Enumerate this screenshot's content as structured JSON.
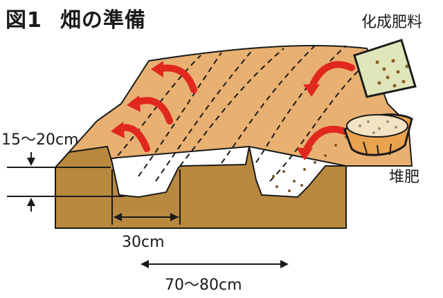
{
  "figure": {
    "title_prefix": "図1",
    "title_text": "畑の準備"
  },
  "labels": {
    "fertilizer": "化成肥料",
    "compost": "堆肥",
    "ridge_height": "15〜20cm",
    "furrow_width": "30cm",
    "ridge_spacing": "70〜80cm"
  },
  "colors": {
    "soil_surface": "#e8b071",
    "soil_section": "#b9893f",
    "outline": "#1a1a1a",
    "arrow": "#e0281e",
    "fertilizer_bag": "#dfe6b9",
    "compost_basket": "#e9a34f"
  },
  "icons": [
    "fertilizer-bag-icon",
    "compost-basket-icon"
  ]
}
